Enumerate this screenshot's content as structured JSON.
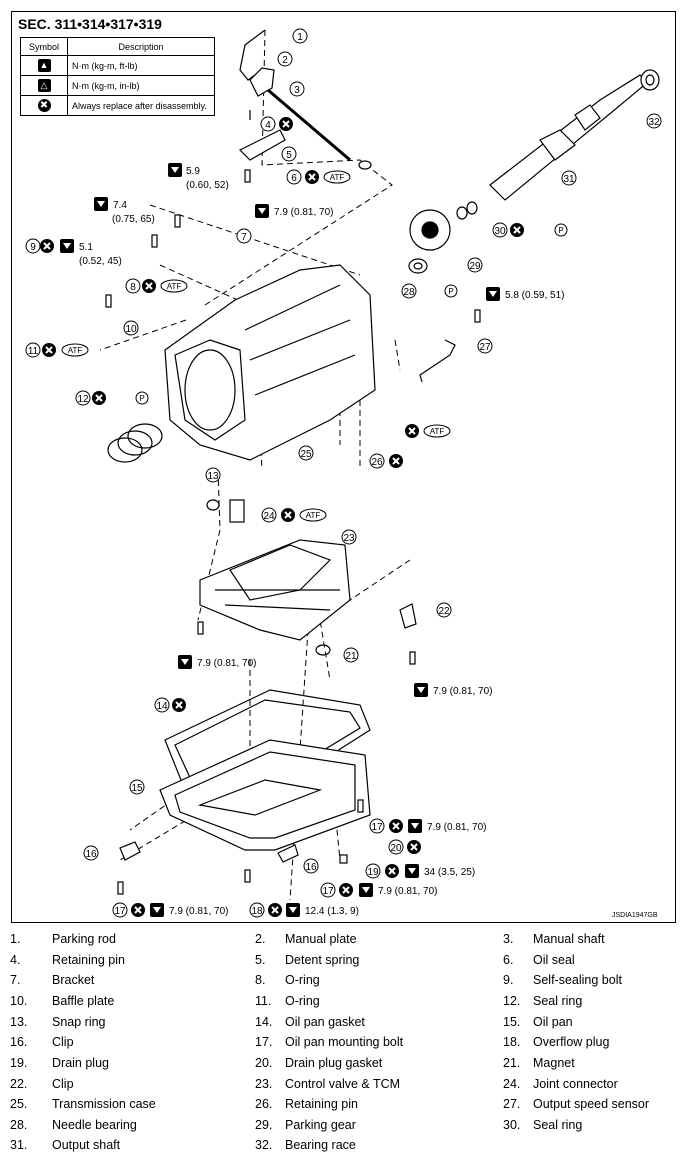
{
  "section_title": "SEC. 311•314•317•319",
  "legend": {
    "header_symbol": "Symbol",
    "header_description": "Description",
    "rows": [
      {
        "icon": "torque-wrench-icon",
        "description": "N·m (kg-m, ft-lb)"
      },
      {
        "icon": "torque-wrench-small-icon",
        "description": "N·m (kg-m, in-lb)"
      },
      {
        "icon": "replace-x-icon",
        "description": "Always replace after disassembly."
      }
    ]
  },
  "callouts": {
    "t1": "5.9",
    "t1b": "(0.60, 52)",
    "t2": "7.4",
    "t2b": "(0.75, 65)",
    "t3": "5.1",
    "t3b": "(0.52, 45)",
    "t4": "7.9 (0.81, 70)",
    "t5": "5.8 (0.59, 51)",
    "t6": "7.9 (0.81, 70)",
    "t7": "7.9 (0.81, 70)",
    "t8": "7.9 (0.81, 70)",
    "t9": "34 (3.5, 25)",
    "t10": "7.9 (0.81, 70)",
    "t11": "7.9 (0.81, 70)",
    "t12": "12.4 (1.3, 9)",
    "atf": "ATF",
    "p": "P"
  },
  "figure_id": "JSDIA1947GB",
  "parts": [
    {
      "num": "1.",
      "name": "Parking rod"
    },
    {
      "num": "2.",
      "name": "Manual plate"
    },
    {
      "num": "3.",
      "name": "Manual shaft"
    },
    {
      "num": "4.",
      "name": "Retaining pin"
    },
    {
      "num": "5.",
      "name": "Detent spring"
    },
    {
      "num": "6.",
      "name": "Oil seal"
    },
    {
      "num": "7.",
      "name": "Bracket"
    },
    {
      "num": "8.",
      "name": "O-ring"
    },
    {
      "num": "9.",
      "name": "Self-sealing bolt"
    },
    {
      "num": "10.",
      "name": "Baffle plate"
    },
    {
      "num": "11.",
      "name": "O-ring"
    },
    {
      "num": "12.",
      "name": "Seal ring"
    },
    {
      "num": "13.",
      "name": "Snap ring"
    },
    {
      "num": "14.",
      "name": "Oil pan gasket"
    },
    {
      "num": "15.",
      "name": "Oil pan"
    },
    {
      "num": "16.",
      "name": "Clip"
    },
    {
      "num": "17.",
      "name": "Oil pan mounting bolt"
    },
    {
      "num": "18.",
      "name": "Overflow plug"
    },
    {
      "num": "19.",
      "name": "Drain plug"
    },
    {
      "num": "20.",
      "name": "Drain plug gasket"
    },
    {
      "num": "21.",
      "name": "Magnet"
    },
    {
      "num": "22.",
      "name": "Clip"
    },
    {
      "num": "23.",
      "name": "Control valve & TCM"
    },
    {
      "num": "24.",
      "name": "Joint connector"
    },
    {
      "num": "25.",
      "name": "Transmission case"
    },
    {
      "num": "26.",
      "name": "Retaining pin"
    },
    {
      "num": "27.",
      "name": "Output speed sensor"
    },
    {
      "num": "28.",
      "name": "Needle bearing"
    },
    {
      "num": "29.",
      "name": "Parking gear"
    },
    {
      "num": "30.",
      "name": "Seal ring"
    },
    {
      "num": "31.",
      "name": "Output shaft"
    },
    {
      "num": "32.",
      "name": "Bearing race"
    }
  ]
}
